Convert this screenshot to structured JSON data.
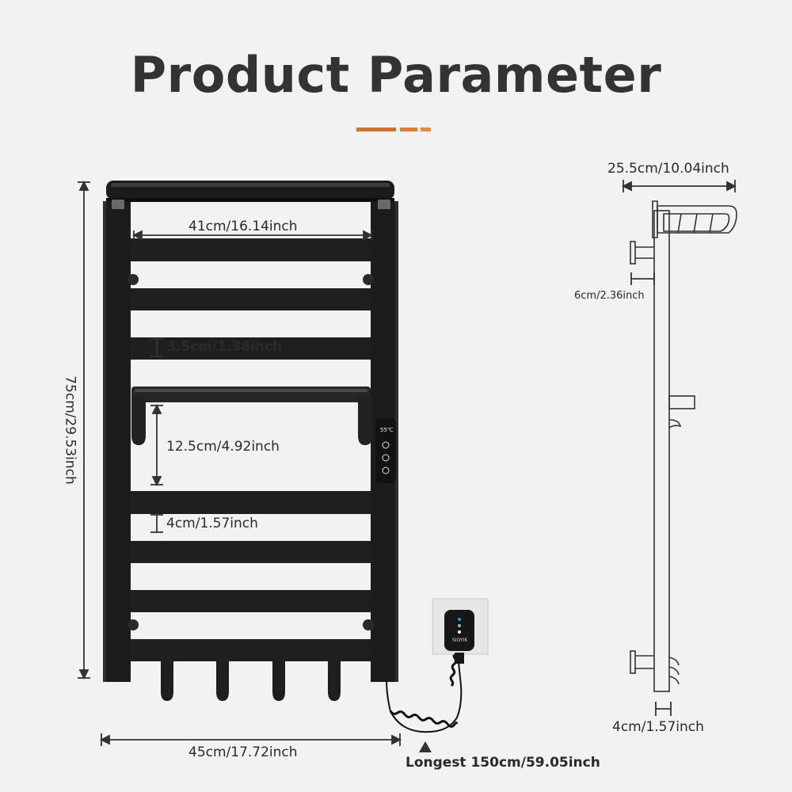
{
  "title": "Product Parameter",
  "accent_colors": [
    "#d9702a",
    "#e07a2c",
    "#e88a2e"
  ],
  "dimensions": {
    "width_inner": "41cm/16.14inch",
    "bar_gap": "3.5cm/1.38inch",
    "rod_gap": "12.5cm/4.92inch",
    "bar_width": "4cm/1.57inch",
    "height": "75cm/29.53inch",
    "width_total": "45cm/17.72inch",
    "cord_length": "Longest 150cm/59.05inch",
    "side_depth": "25.5cm/10.04inch",
    "side_hook": "6cm/2.36inch",
    "side_thickness": "4cm/1.57inch"
  },
  "control_panel": {
    "temperature": "55℃"
  },
  "plug": {
    "brand": "SIOYIK"
  }
}
